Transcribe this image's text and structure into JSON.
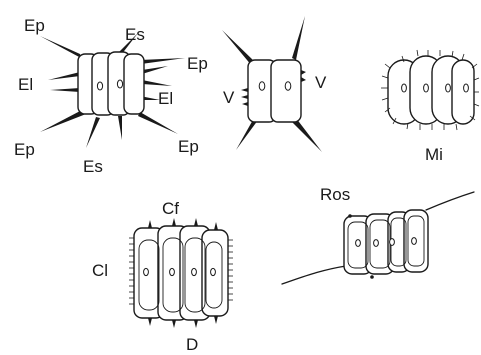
{
  "figure": {
    "panel_top_left": {
      "labels": {
        "ep_tl": "Ep",
        "es_top": "Es",
        "ep_right": "Ep",
        "el_left": "El",
        "el_right": "El",
        "ep_bl": "Ep",
        "es_bottom": "Es",
        "ep_br": "Ep"
      }
    },
    "panel_top_middle": {
      "labels": {
        "v_left": "V",
        "v_right": "V"
      }
    },
    "panel_top_right": {
      "labels": {
        "mi": "Mi"
      }
    },
    "panel_bottom_left": {
      "labels": {
        "cf": "Cf",
        "cl": "Cl",
        "d": "D"
      }
    },
    "panel_bottom_right": {
      "labels": {
        "ros": "Ros"
      }
    }
  }
}
